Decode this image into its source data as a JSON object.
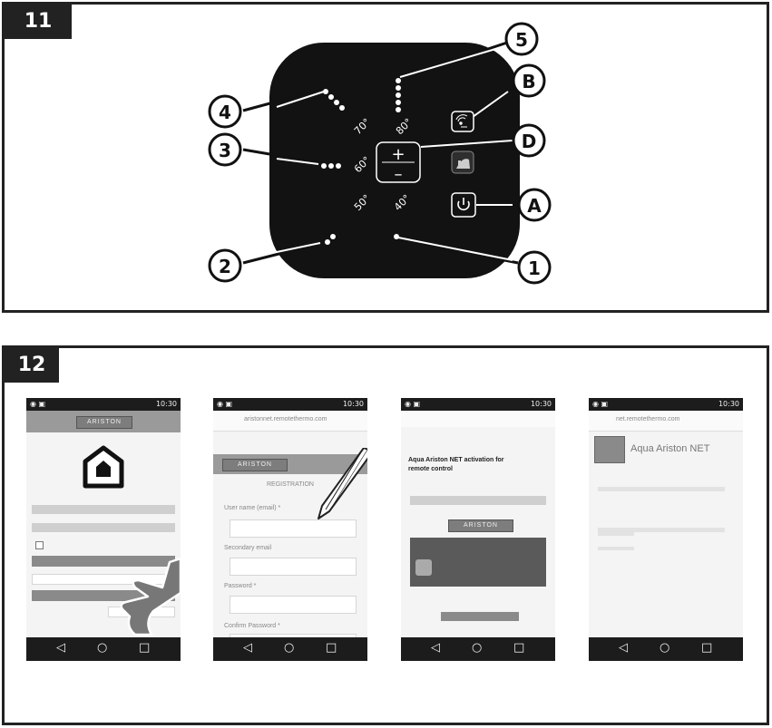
{
  "figure11": {
    "number": "11",
    "callouts": {
      "c1": "1",
      "c2": "2",
      "c3": "3",
      "c4": "4",
      "c5": "5",
      "cA": "A",
      "cB": "B",
      "cD": "D"
    },
    "temps": {
      "t40": "40°",
      "t50": "50°",
      "t60": "60°",
      "t70": "70°",
      "t80": "80°"
    },
    "button_plus": "+",
    "button_minus": "–",
    "button_b_icon": "wifi-setup-icon",
    "button_heat_icon": "shower-icon",
    "button_a_icon": "power-icon"
  },
  "figure12": {
    "number": "12",
    "status_time": "10:30",
    "nav": {
      "back": "◁",
      "home": "○",
      "recent": "□"
    },
    "screen1": {
      "brand": "ARISTON"
    },
    "screen2": {
      "url": "aristonnet.remotethermo.com",
      "brand": "ARISTON",
      "registration": "REGISTRATION",
      "field1": "User name (email) *",
      "field2": "Secondary email",
      "field3": "Password *",
      "field4": "Confirm Password *"
    },
    "screen3": {
      "title": "Aqua Ariston NET activation for remote control",
      "brand": "ARISTON"
    },
    "screen4": {
      "url": "net.remotethermo.com",
      "app_name": "Aqua Ariston NET"
    }
  }
}
